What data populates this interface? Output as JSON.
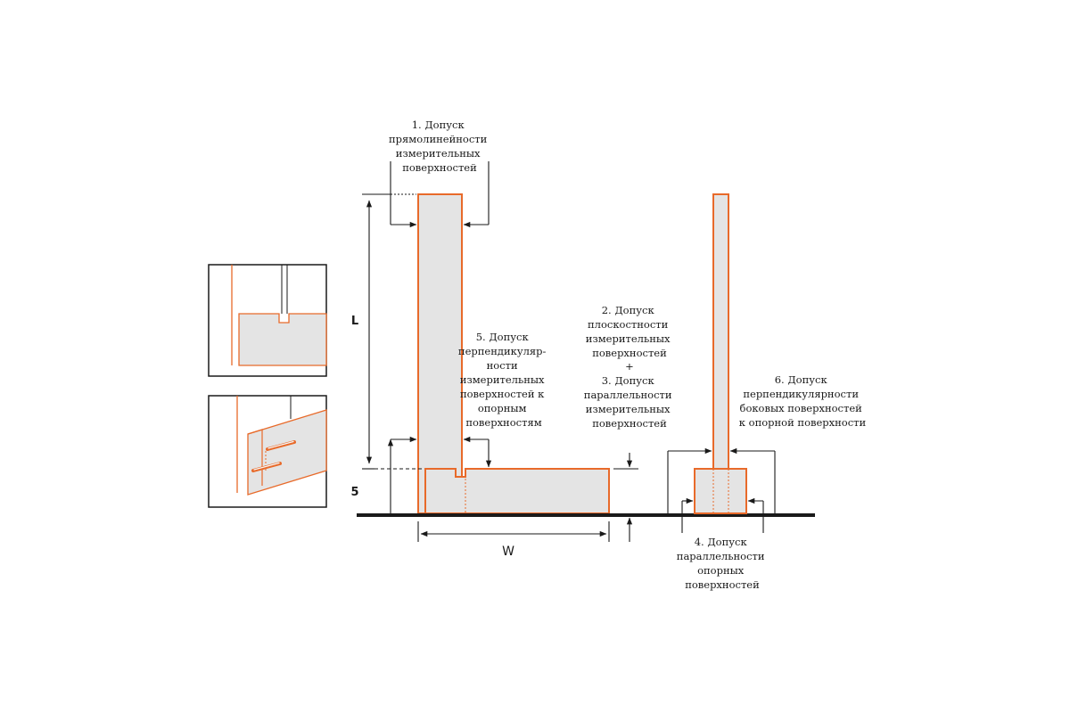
{
  "colors": {
    "outline": "#e86a2a",
    "fill": "#e4e4e4",
    "ink": "#1a1a1a",
    "background": "#ffffff"
  },
  "labels": {
    "tol1": [
      "1. Допуск",
      "прямолинейности",
      "измерительных",
      "поверхностей"
    ],
    "tol2": [
      "2. Допуск",
      "плоскостности",
      "измерительных",
      "поверхностей"
    ],
    "plus": "+",
    "tol3": [
      "3. Допуск",
      "параллельности",
      "измерительных",
      "поверхностей"
    ],
    "tol4": [
      "4. Допуск",
      "параллельности",
      "опорных",
      "поверхностей"
    ],
    "tol5": [
      "5. Допуск",
      "перпендикуляр-",
      "ности",
      "измерительных",
      "поверхностей к",
      "опорным",
      "поверхностям"
    ],
    "tol6": [
      "6. Допуск",
      "перпендикулярности",
      "боковых поверхностей",
      "к опорной поверхности"
    ]
  },
  "dimensions": {
    "length": "L",
    "width": "W",
    "offset": "5"
  }
}
